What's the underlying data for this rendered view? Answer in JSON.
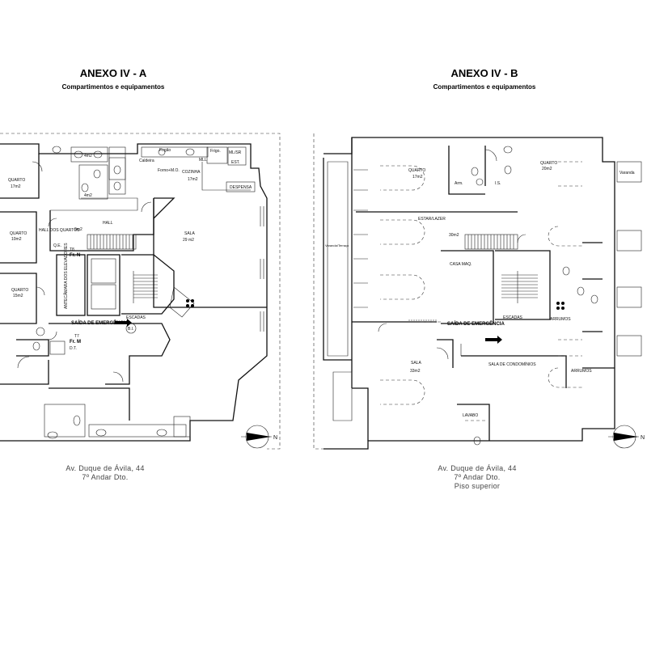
{
  "panel_a": {
    "title": "ANEXO IV - A",
    "subtitle": "Compartimentos e equipamentos",
    "address_line1": "Av. Duque de Ávila, 44",
    "address_line2": "7º Andar Dto.",
    "rooms": {
      "quarto1_name": "QUARTO",
      "quarto1_area": "17m2",
      "quarto2_name": "QUARTO",
      "quarto2_area": "10m2",
      "quarto3_name": "QUARTO",
      "quarto3_area": "15m2",
      "hall_quartos": "HALL DOS QUARTOS",
      "hall": "HALL",
      "hall_area": "9m2",
      "sala_name": "SALA",
      "sala_area": "29 m2",
      "cozinha_name": "COZINHA",
      "cozinha_area": "17m2",
      "despensa": "DESPENSA",
      "escadas": "ESCADAS",
      "antecamara": "ANTECÂMARA DOS ELEVADORES",
      "saida": "SAÍDA DE EMERGÊNCIA",
      "wc1": "4m2",
      "wc2": "4m2",
      "frigo": "Frigo.",
      "fogao": "Fogão",
      "forno": "Forno+M.O.",
      "cald": "Caldeira",
      "mll": "MLL",
      "est": "EST.",
      "mlsr": "ML/SR",
      "frn": "Fr. N",
      "frm": "Fr. M",
      "t8": "T8",
      "t7": "T7",
      "qe": "Q.E.",
      "dt": "D.T.",
      "bi": "B.I."
    },
    "north": "N"
  },
  "panel_b": {
    "title": "ANEXO IV - B",
    "subtitle": "Compartimentos e equipamentos",
    "address_line1": "Av. Duque de Ávila, 44",
    "address_line2": "7º Andar Dto.",
    "address_line3": "Piso superior",
    "rooms": {
      "quarto1_name": "QUARTO",
      "quarto1_area": "17m2",
      "quarto2_name": "QUARTO",
      "quarto2_area": "20m2",
      "estar": "ESTAR/LAZER",
      "estar_area": "30m2",
      "casa_maq": "CASA MAQ.",
      "sala_name": "SALA",
      "sala_area": "33m2",
      "sala_cond": "SALA DE CONDOMÍNIOS",
      "escadas": "ESCADAS",
      "saida": "SAÍDA DE EMERGÊNCIA",
      "arrumos1": "ARRUMOS",
      "arrumos2": "ARRUMOS",
      "lavabo": "LAVABO",
      "varanda": "Varanda",
      "varanda_terraco": "Varanda/Terraço",
      "ls": "I.S.",
      "arm": "Arm."
    },
    "north": "N"
  }
}
